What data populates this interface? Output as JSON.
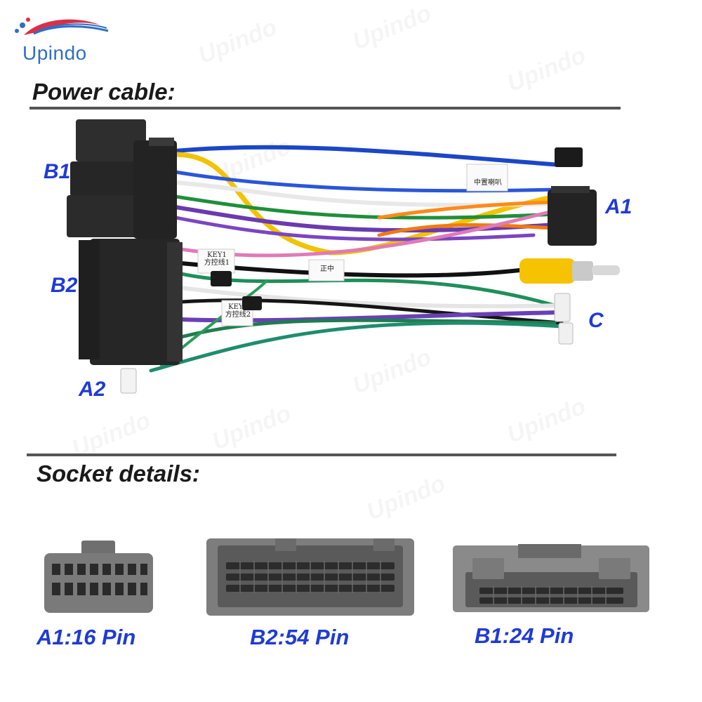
{
  "brand": {
    "name": "Upindo",
    "logo_icon": "car-silhouette-icon",
    "accent": "#2f6fc4",
    "logo_accent": "#d9304a"
  },
  "sections": {
    "power_cable": "Power cable:",
    "socket_details": "Socket details:"
  },
  "harness": {
    "labels": {
      "b1": "B1",
      "b2": "B2",
      "a1": "A1",
      "a2": "A2",
      "c": "C"
    },
    "tags": {
      "center_speaker": "中置喇叭",
      "key1": "KEY1",
      "key1_sub": "方控线1",
      "key2": "KEY2",
      "key2_sub": "方控线2",
      "mid": "正中"
    }
  },
  "sockets": [
    {
      "id": "a1",
      "caption": "A1:16 Pin"
    },
    {
      "id": "b2",
      "caption": "B2:54 Pin"
    },
    {
      "id": "b1",
      "caption": "B1:24 Pin"
    }
  ],
  "colors": {
    "label_blue": "#1f3bd6",
    "connector": "#2b2b2b",
    "socket_gray": "#7d7d7d"
  }
}
